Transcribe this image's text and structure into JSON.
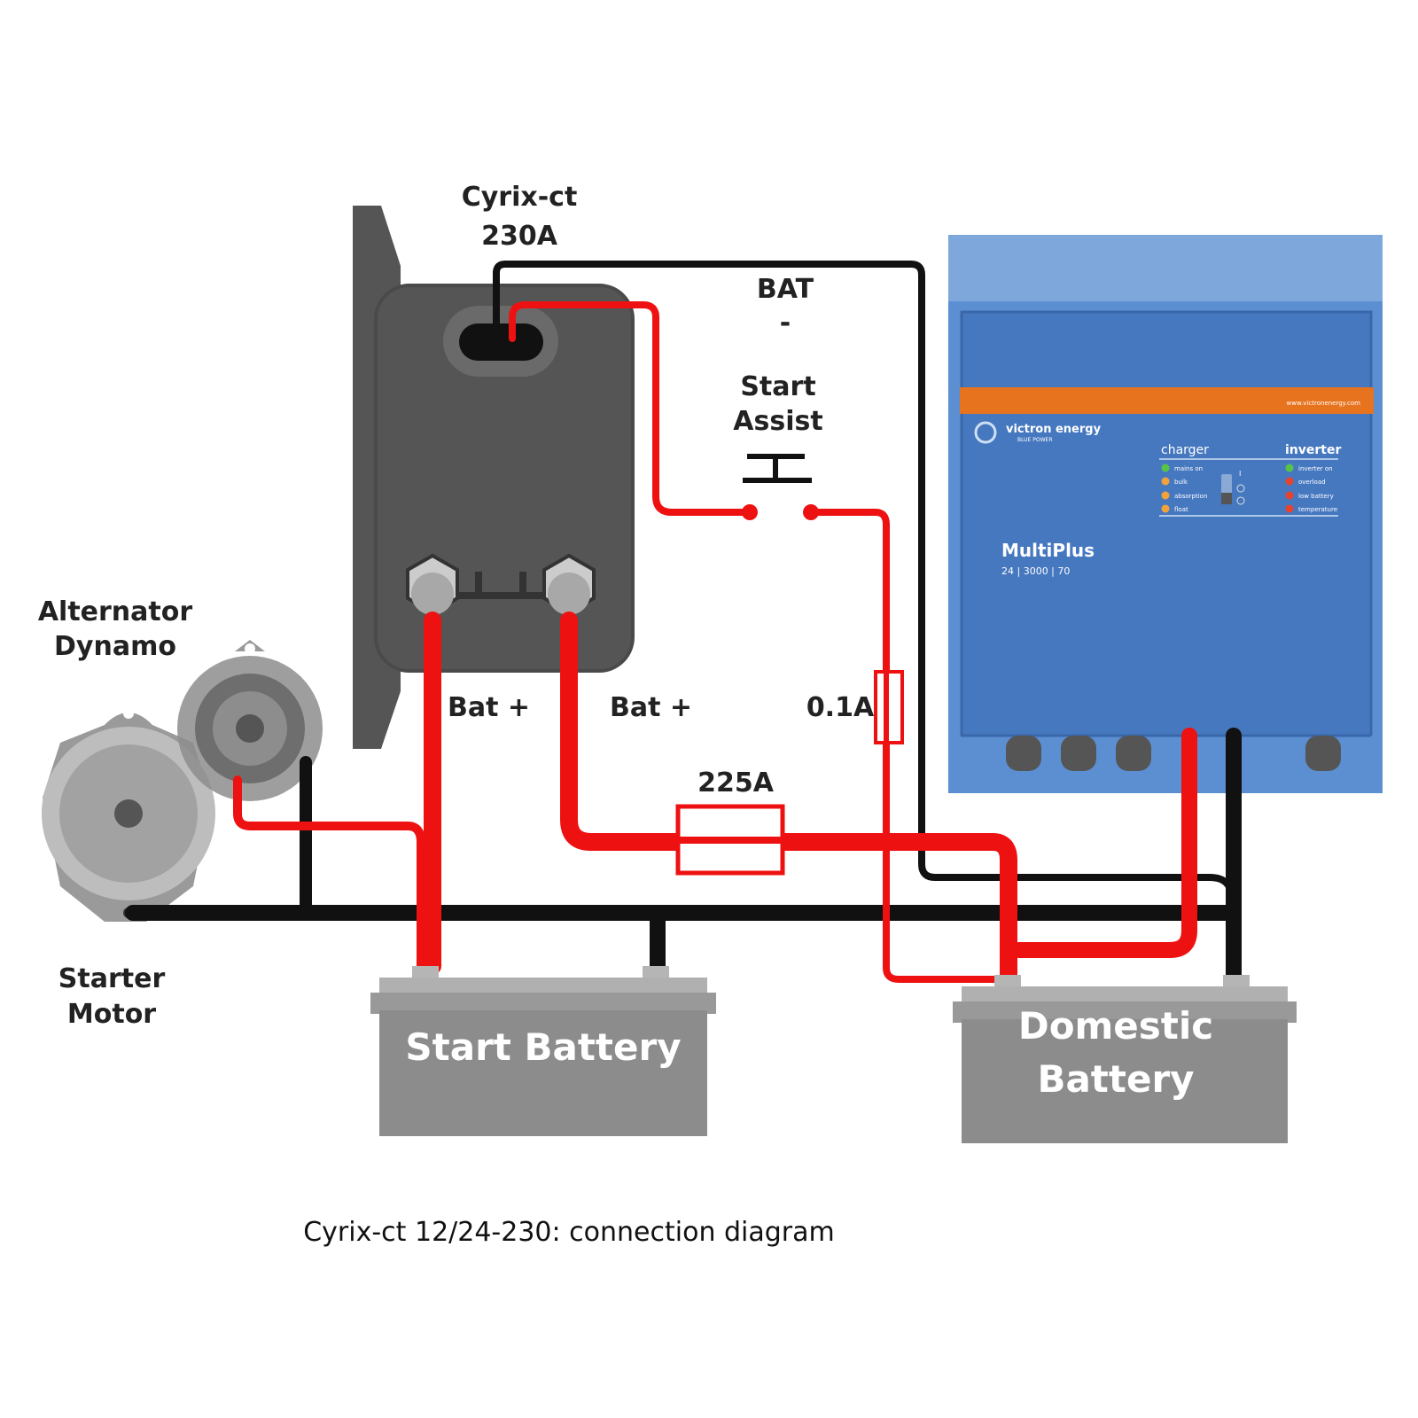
{
  "labels": {
    "cyrix_name": "Cyrix-ct",
    "cyrix_rating": "230A",
    "bat_minus_1": "BAT",
    "bat_minus_2": "-",
    "start_assist_1": "Start",
    "start_assist_2": "Assist",
    "alternator_1": "Alternator",
    "alternator_2": "Dynamo",
    "starter_1": "Starter",
    "starter_2": "Motor",
    "bat_plus_left": "Bat +",
    "bat_plus_right": "Bat +",
    "fuse_small": "0.1A",
    "fuse_main": "225A"
  },
  "batteries": {
    "start": "Start Battery",
    "domestic_1": "Domestic",
    "domestic_2": "Battery"
  },
  "multiplus": {
    "brand": "victron energy",
    "brand_sub": "BLUE POWER",
    "url": "www.victronenergy.com",
    "model": "MultiPlus",
    "spec": "24 | 3000 | 70",
    "charger_title": "charger",
    "inverter_title": "inverter",
    "charger_leds": [
      "mains on",
      "bulk",
      "absorption",
      "float"
    ],
    "inverter_leds": [
      "inverter on",
      "overload",
      "low battery",
      "temperature"
    ]
  },
  "caption": "Cyrix-ct 12/24-230: connection diagram",
  "colors": {
    "positive_wire": "#ee1111",
    "negative_wire": "#111111",
    "relay_body": "#555555",
    "battery": "#8c8c8c",
    "multiplus_blue": "#4a7fc4",
    "multiplus_orange": "#e8731f"
  }
}
